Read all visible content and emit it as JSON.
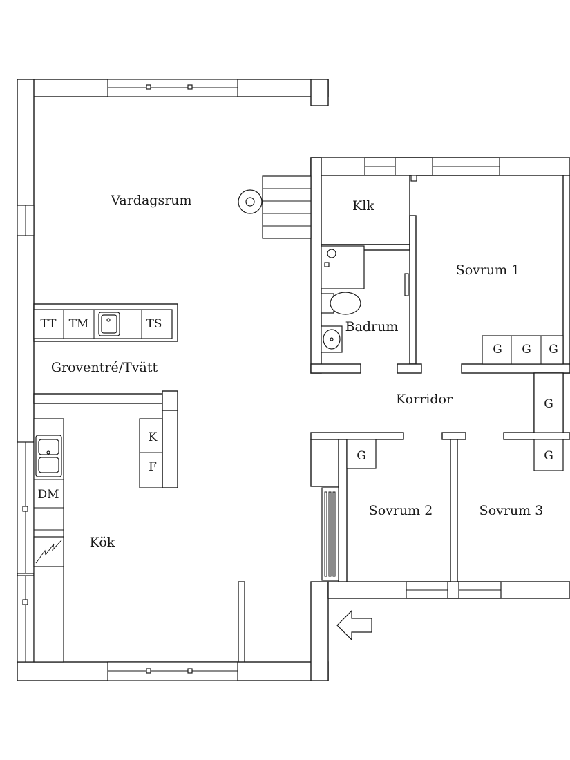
{
  "rooms": {
    "vardagsrum": "Vardagsrum",
    "klk": "Klk",
    "sovrum1": "Sovrum 1",
    "badrum": "Badrum",
    "groventre": "Groventré/Tvätt",
    "korridor": "Korridor",
    "kok": "Kök",
    "sovrum2": "Sovrum 2",
    "sovrum3": "Sovrum 3"
  },
  "fixtures": {
    "tt": "TT",
    "tm": "TM",
    "ts": "TS",
    "k": "K",
    "f": "F",
    "dm": "DM",
    "g": "G"
  },
  "icons": {
    "entrance": "entrance-arrow-icon",
    "stairs": "stairs-icon",
    "sink": "sink-icon",
    "toilet": "toilet-icon",
    "shower": "shower-icon",
    "stove": "stove-icon",
    "radiator": "radiator-icon"
  },
  "colors": {
    "line": "#1a1a1a",
    "background": "#ffffff"
  }
}
